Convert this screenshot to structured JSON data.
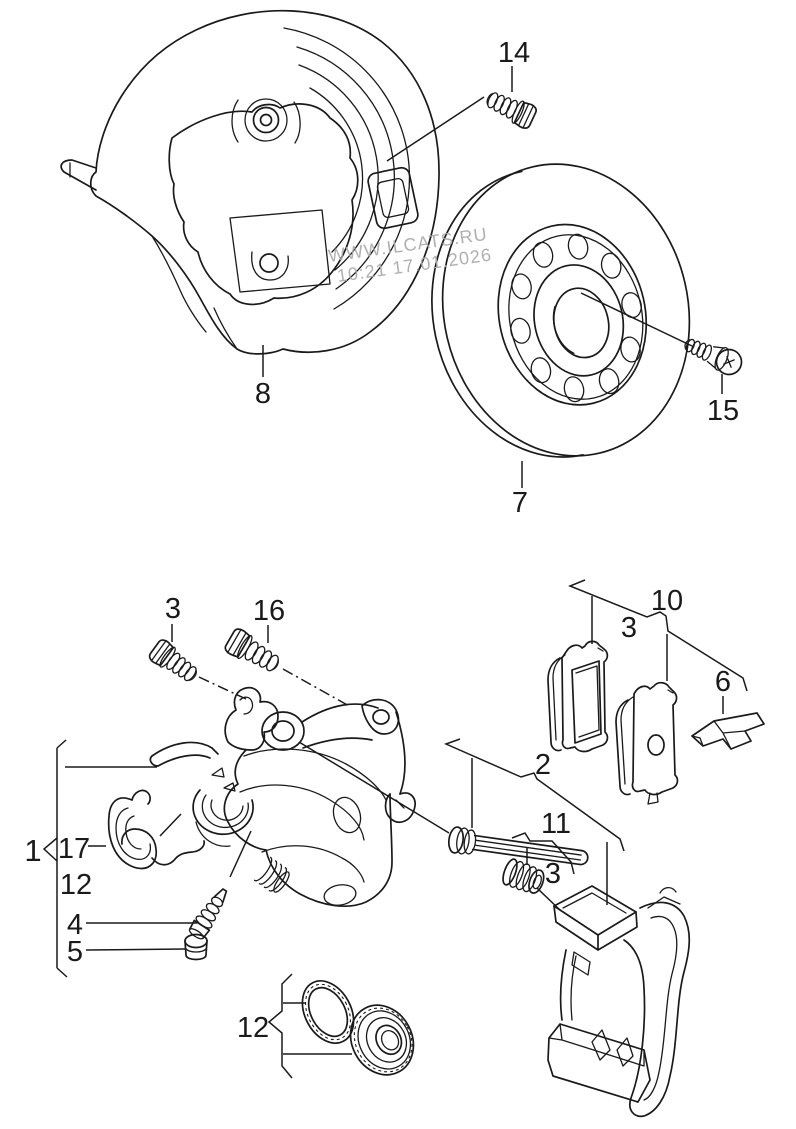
{
  "diagram": {
    "title_hint": "rear brake parts exploded diagram",
    "watermark": {
      "line1": "WWW.ILCATS.RU",
      "line2": "10:21 17.01.2026"
    },
    "colors": {
      "line": "#1a1a1a",
      "watermark": "#a8a8a8",
      "background": "#ffffff"
    },
    "callouts": {
      "c1": {
        "text": "1"
      },
      "c2": {
        "text": "2"
      },
      "c3a": {
        "text": "3"
      },
      "c3b": {
        "text": "3"
      },
      "c3c": {
        "text": "3"
      },
      "c4": {
        "text": "4"
      },
      "c5": {
        "text": "5"
      },
      "c6": {
        "text": "6"
      },
      "c7": {
        "text": "7"
      },
      "c8": {
        "text": "8"
      },
      "c10": {
        "text": "10"
      },
      "c11": {
        "text": "11"
      },
      "c12a": {
        "text": "12"
      },
      "c12b": {
        "text": "12"
      },
      "c14": {
        "text": "14"
      },
      "c15": {
        "text": "15"
      },
      "c16": {
        "text": "16"
      },
      "c17": {
        "text": "17"
      }
    }
  }
}
